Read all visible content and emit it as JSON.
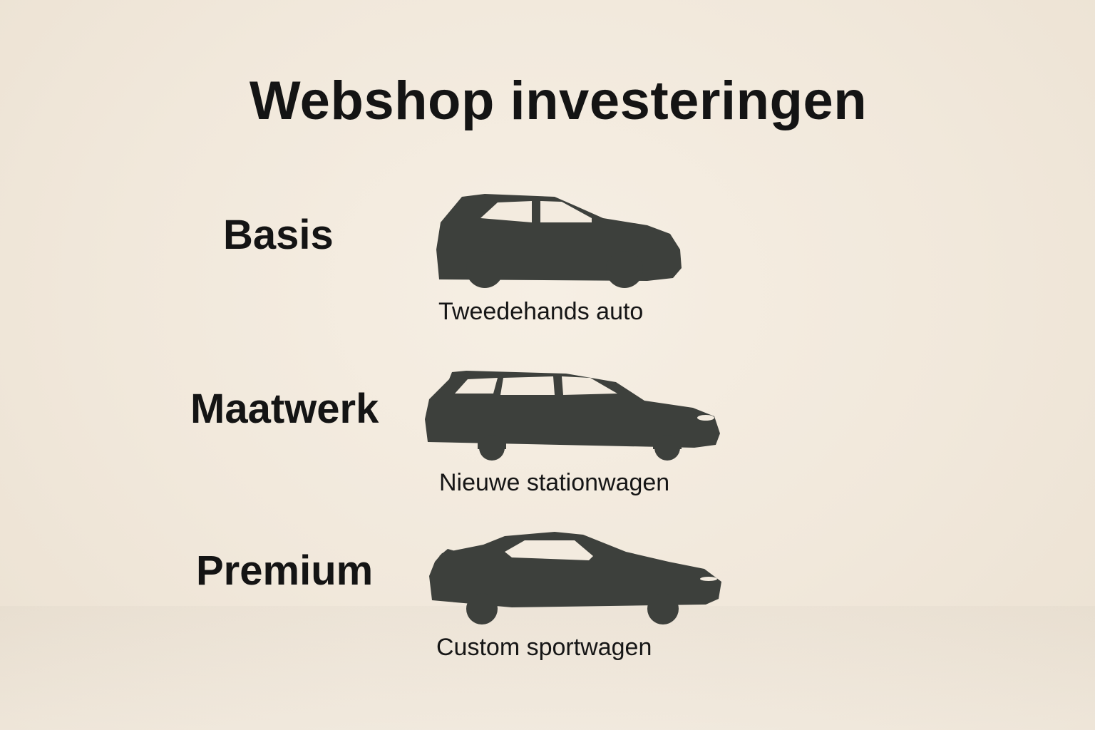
{
  "title": "Webshop investeringen",
  "tiers": [
    {
      "label": "Basis",
      "car_icon": "hatchback-icon",
      "caption": "Tweedehands auto"
    },
    {
      "label": "Maatwerk",
      "car_icon": "station-wagon-icon",
      "caption": "Nieuwe stationwagen"
    },
    {
      "label": "Premium",
      "car_icon": "sports-car-icon",
      "caption": "Custom sportwagen"
    }
  ],
  "colors": {
    "background": "#f3ebdf",
    "car_silhouette": "#3d403c",
    "text": "#141414"
  }
}
